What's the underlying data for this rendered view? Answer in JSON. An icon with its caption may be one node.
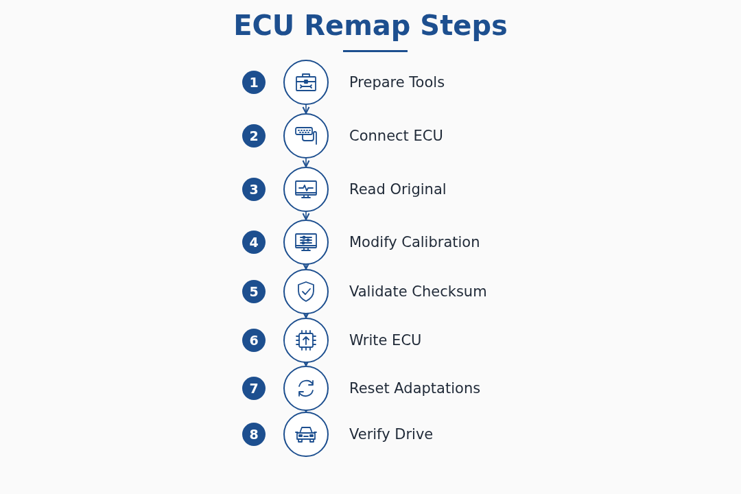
{
  "diagram": {
    "title": "ECU Remap Steps",
    "nodes": [
      {
        "text": [
          "Prepare Tools"
        ],
        "beside": [
          "1"
        ]
      },
      {
        "text": [
          "Connect ECU"
        ],
        "beside": [
          "2"
        ]
      },
      {
        "text": [
          "Read Original"
        ],
        "beside": [
          "3"
        ]
      },
      {
        "text": [
          "Modify Calibration"
        ],
        "beside": [
          "4"
        ]
      },
      {
        "text": [
          "Validate Checksum"
        ],
        "beside": [
          "5"
        ]
      },
      {
        "text": [
          "Write ECU"
        ],
        "beside": [
          "6"
        ]
      },
      {
        "text": [
          "Reset Adaptations"
        ],
        "beside": [
          "7"
        ]
      },
      {
        "text": [
          "Verify Drive"
        ],
        "beside": [
          "8"
        ]
      }
    ],
    "edges": [
      {
        "from": 0,
        "to": 1,
        "arrow": "to"
      },
      {
        "from": 1,
        "to": 2,
        "arrow": "to"
      },
      {
        "from": 2,
        "to": 3,
        "arrow": "to"
      },
      {
        "from": 3,
        "to": 4,
        "arrow": "to"
      },
      {
        "from": 4,
        "to": 5,
        "arrow": "to"
      },
      {
        "from": 5,
        "to": 6,
        "arrow": "to"
      },
      {
        "from": 6,
        "to": 7,
        "arrow": "to"
      }
    ]
  }
}
